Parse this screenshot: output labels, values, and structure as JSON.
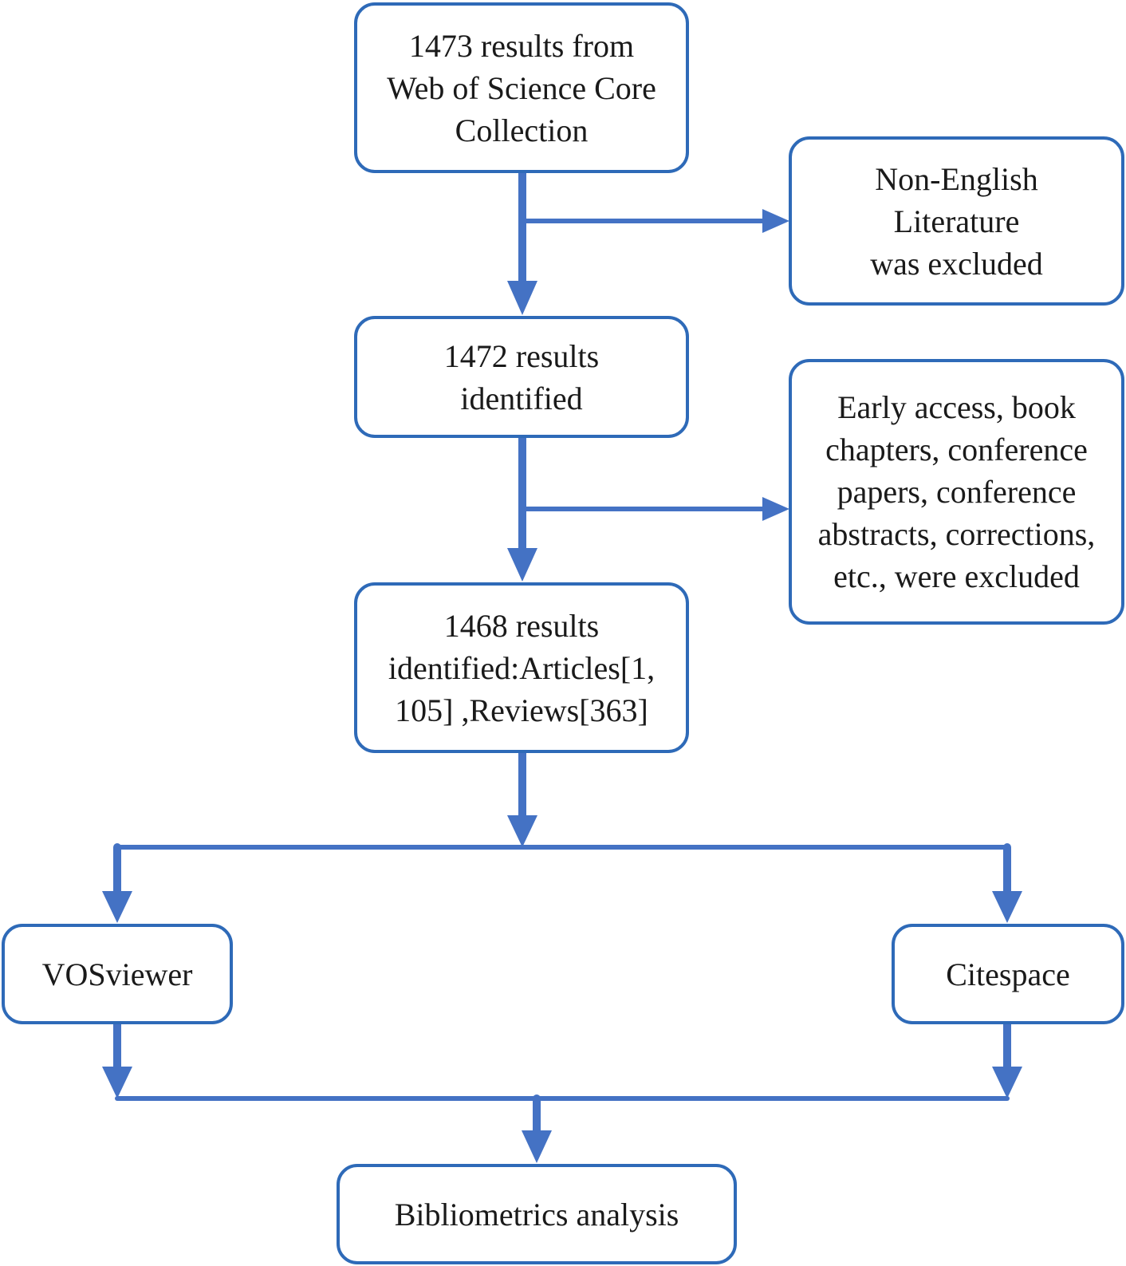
{
  "diagram": {
    "type": "flowchart",
    "colors": {
      "border": "#2e6ab8",
      "arrow": "#4472c4",
      "text": "#1a1a1a",
      "background": "#ffffff"
    },
    "nodes": {
      "source": {
        "lines": [
          "1473 results from",
          "Web of Science Core",
          "Collection"
        ]
      },
      "exclusion_language": {
        "lines": [
          "Non-English",
          "Literature",
          "was excluded"
        ]
      },
      "identified_1472": {
        "lines": [
          "1472 results",
          "identified"
        ]
      },
      "exclusion_types": {
        "lines": [
          "Early access, book",
          "chapters, conference",
          "papers, conference",
          "abstracts, corrections,",
          "etc., were excluded"
        ]
      },
      "identified_1468": {
        "lines": [
          "1468 results",
          "identified:Articles[1,",
          "105] ,Reviews[363]"
        ]
      },
      "vosviewer": {
        "lines": [
          "VOSviewer"
        ]
      },
      "citespace": {
        "lines": [
          "Citespace"
        ]
      },
      "bibliometrics": {
        "lines": [
          "Bibliometrics analysis"
        ]
      }
    },
    "edges": [
      {
        "from": "source",
        "to": "identified_1472"
      },
      {
        "from": "source",
        "to": "exclusion_language"
      },
      {
        "from": "identified_1472",
        "to": "identified_1468"
      },
      {
        "from": "identified_1472",
        "to": "exclusion_types"
      },
      {
        "from": "identified_1468",
        "to": "vosviewer"
      },
      {
        "from": "identified_1468",
        "to": "citespace"
      },
      {
        "from": "vosviewer",
        "to": "bibliometrics"
      },
      {
        "from": "citespace",
        "to": "bibliometrics"
      }
    ]
  }
}
